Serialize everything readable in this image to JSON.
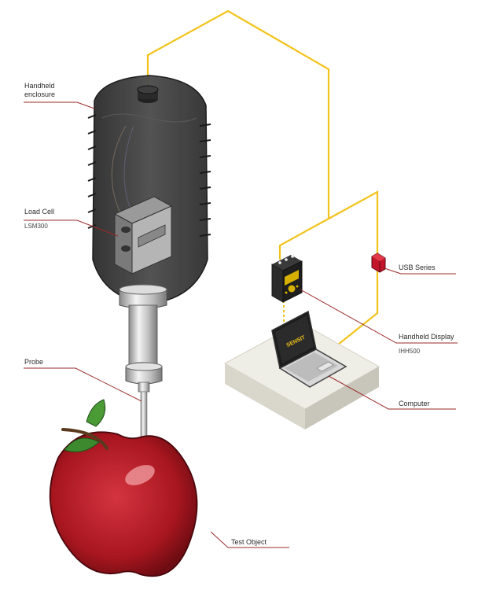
{
  "labels": {
    "handheld_enclosure": "Handheld\nenclosure",
    "load_cell": "Load Cell",
    "load_cell_model": "LSM300",
    "probe": "Probe",
    "test_object": "Test Object",
    "usb_series": "USB Series",
    "handheld_display": "Handheld Display",
    "handheld_display_model": "IHH500",
    "computer": "Computer"
  },
  "brand_on_screen": "SENSIT",
  "colors": {
    "cable": "#f2c31a",
    "leader_line": "#9b2a2a",
    "enclosure": "#3a3a3a",
    "apple": "#b3202a",
    "leaf": "#3d8a2e",
    "usb_device": "#c4162a",
    "platform": "#efeee6"
  }
}
